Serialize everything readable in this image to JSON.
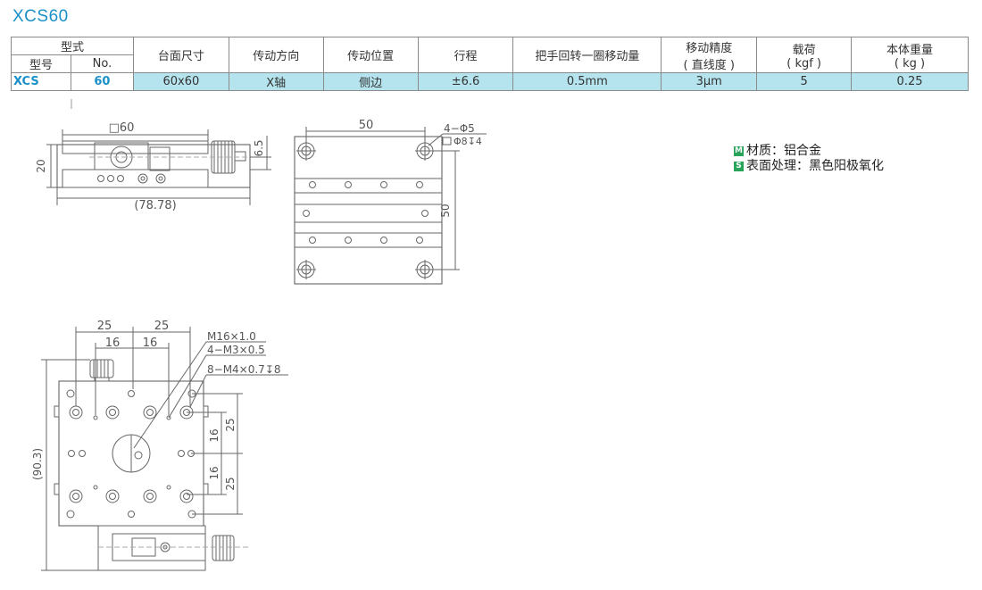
{
  "title": "XCS60",
  "table": {
    "group_header": "型式",
    "sub_model": "型号",
    "sub_no": "No.",
    "col_size": "台面尺寸",
    "col_dir": "传动方向",
    "col_pos": "传动位置",
    "col_travel": "行程",
    "col_turn": "把手回转一圈移动量",
    "col_acc_1": "移动精度",
    "col_acc_2": "( 直线度 )",
    "col_load_1": "载荷",
    "col_load_2": "( kgf )",
    "col_weight_1": "本体重量",
    "col_weight_2": "( kg )",
    "row": {
      "model": "XCS",
      "no": "60",
      "size": "60x60",
      "dir": "X轴",
      "pos": "侧边",
      "travel": "±6.6",
      "turn": "0.5mm",
      "accuracy": "3μm",
      "load": "5",
      "weight": "0.25"
    }
  },
  "notes": {
    "m_badge": "M",
    "material": "材质：铝合金",
    "s_badge": "S",
    "surface": "表面处理：黑色阳极氧化"
  },
  "dims": {
    "side_width": "□60",
    "side_height": "20",
    "side_offset": "6.5",
    "side_overall": "(78.78)",
    "top_width": "50",
    "top_holes": "4−Φ5",
    "top_cbore": "Φ8↧4",
    "top_height": "50",
    "front_25_a": "25",
    "front_25_b": "25",
    "front_16_a": "16",
    "front_16_b": "16",
    "thread_1": "M16×1.0",
    "thread_2": "4−M3×0.5",
    "thread_3": "8−M4×0.7↧8",
    "right_16_a": "16",
    "right_25_a": "25",
    "right_16_b": "16",
    "right_25_b": "25",
    "front_overall": "(90.3)"
  }
}
